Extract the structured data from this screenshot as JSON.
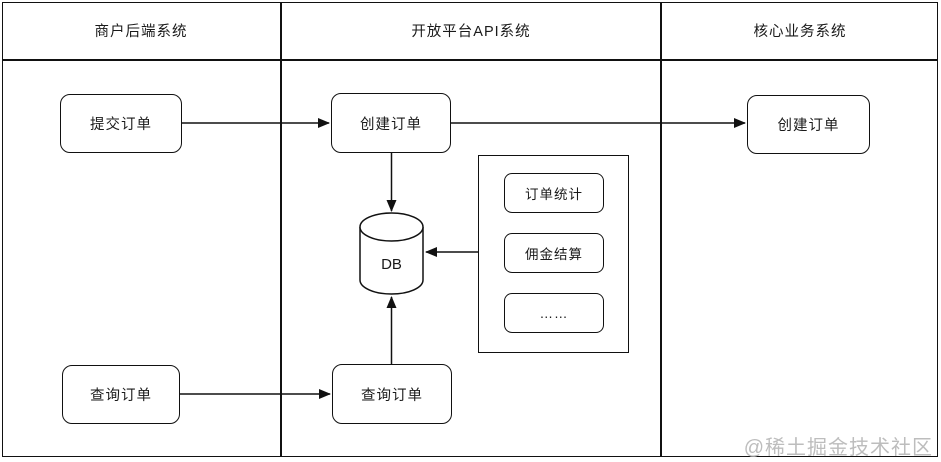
{
  "diagram": {
    "lanes": [
      {
        "label": "商户后端系统"
      },
      {
        "label": "开放平台API系统"
      },
      {
        "label": "核心业务系统"
      }
    ],
    "nodes": {
      "submit_order": {
        "label": "提交订单",
        "lane": "商户后端系统"
      },
      "create_order_api": {
        "label": "创建订单",
        "lane": "开放平台API系统"
      },
      "create_order_core": {
        "label": "创建订单",
        "lane": "核心业务系统"
      },
      "db": {
        "label": "DB",
        "shape": "cylinder",
        "lane": "开放平台API系统"
      },
      "order_stats": {
        "label": "订单统计",
        "lane": "开放平台API系统"
      },
      "commission_settle": {
        "label": "佣金结算",
        "lane": "开放平台API系统"
      },
      "ellipsis": {
        "label": "……",
        "lane": "开放平台API系统"
      },
      "query_order_merchant": {
        "label": "查询订单",
        "lane": "商户后端系统"
      },
      "query_order_api": {
        "label": "查询订单",
        "lane": "开放平台API系统"
      }
    },
    "edges": [
      {
        "from": "submit_order",
        "to": "create_order_api"
      },
      {
        "from": "create_order_api",
        "to": "create_order_core"
      },
      {
        "from": "create_order_api",
        "to": "db"
      },
      {
        "from": "background_task_group",
        "to": "db"
      },
      {
        "from": "query_order_api",
        "to": "db"
      },
      {
        "from": "query_order_merchant",
        "to": "query_order_api"
      }
    ],
    "watermark": "@稀土掘金技术社区",
    "colors": {
      "stroke": "#111111",
      "text": "#1a1a1a",
      "background": "#ffffff",
      "watermark": "#bdbdbd"
    }
  }
}
